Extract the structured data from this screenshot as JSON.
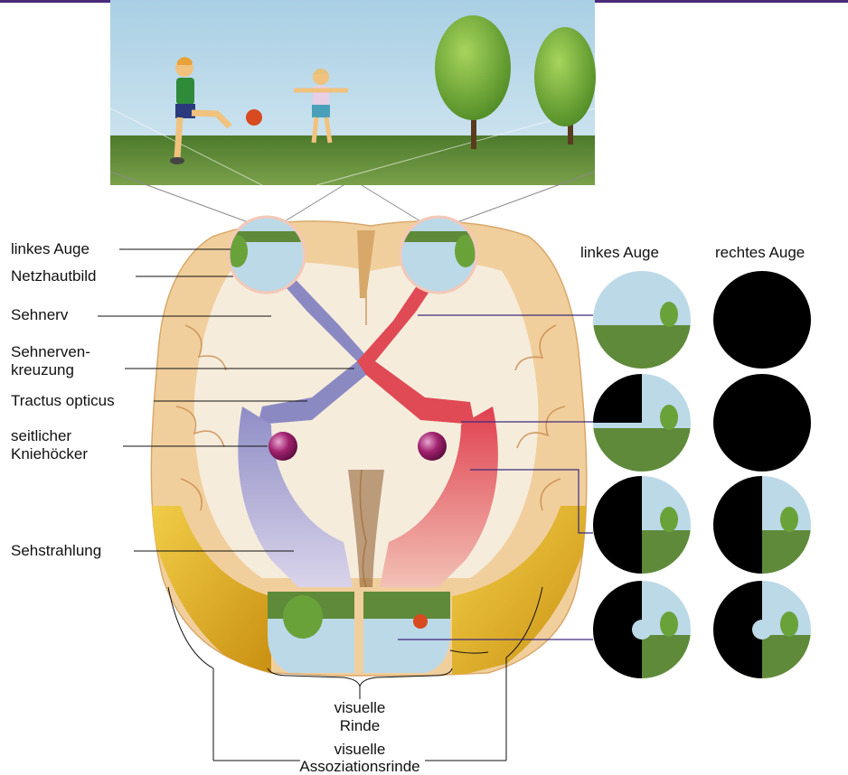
{
  "labels": {
    "left_eye": "linkes Auge",
    "retina_image": "Netzhautbild",
    "optic_nerve": "Sehnerv",
    "chiasm_line1": "Sehnerven-",
    "chiasm_line2": "kreuzung",
    "optic_tract": "Tractus opticus",
    "lgn_line1": "seitlicher",
    "lgn_line2": "Kniehöcker",
    "optic_radiation": "Sehstrahlung",
    "visual_cortex_line1": "visuelle",
    "visual_cortex_line2": "Rinde",
    "assoc_cortex_line1": "visuelle",
    "assoc_cortex_line2": "Assoziationsrinde"
  },
  "columns": {
    "left_eye": "linkes Auge",
    "right_eye": "rechtes Auge"
  },
  "colors": {
    "sky": "#bcd9e8",
    "grass": "#5f8a3a",
    "brain_tissue": "#f1cf9d",
    "white_matter": "#f6ecdc",
    "visual_cortex_yellow": "#e7b61c",
    "left_pathway_blue": "#8b89c2",
    "right_pathway_red": "#e04a55",
    "nucleus_purple": "#9a1a6b",
    "pointer_line": "#3d2b7d"
  }
}
